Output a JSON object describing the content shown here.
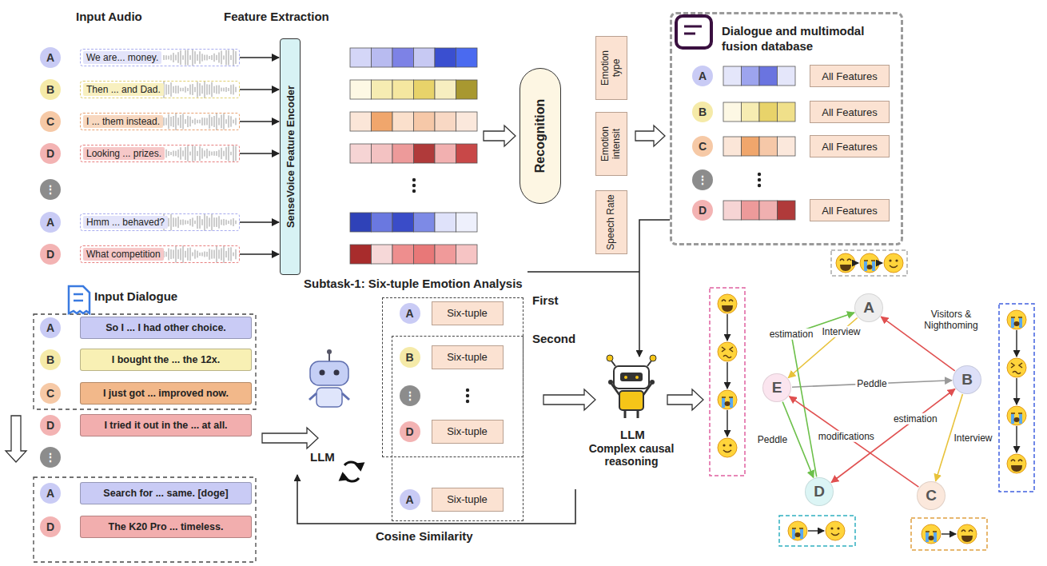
{
  "diagram": {
    "nodes": [
      {
        "text": [
          "A"
        ]
      },
      {
        "text": [
          "B"
        ]
      },
      {
        "text": [
          "C"
        ]
      },
      {
        "text": [
          "D"
        ]
      },
      {
        "text": [
          "⋮"
        ]
      },
      {
        "text": [
          "A"
        ]
      },
      {
        "text": [
          "D"
        ]
      },
      {
        "text": [
          "We are... money."
        ]
      },
      {
        "text": [
          "Then ... and Dad."
        ]
      },
      {
        "text": [
          "I ... them instead."
        ]
      },
      {
        "text": [
          "Looking ... prizes."
        ]
      },
      {
        "text": [
          "Hmm ... behaved?"
        ]
      },
      {
        "text": [
          "What competition"
        ]
      },
      {
        "text": [
          "SenseVoice Feature Encoder"
        ]
      },
      {
        "text": [
          "Recognition"
        ]
      },
      {
        "text": [
          "Emotion type"
        ]
      },
      {
        "text": [
          "Emotion intensit"
        ]
      },
      {
        "text": [
          "Speech Rate"
        ]
      },
      {
        "text": [
          "Dialogue and multimodal fusion database"
        ]
      },
      {
        "text": [
          "A"
        ],
        "in": 18
      },
      {
        "text": [
          "B"
        ],
        "in": 18
      },
      {
        "text": [
          "C"
        ],
        "in": 18
      },
      {
        "text": [
          "⋮"
        ],
        "in": 18
      },
      {
        "text": [
          "D"
        ],
        "in": 18
      },
      {
        "text": [
          "All Features"
        ],
        "in": 18
      },
      {
        "text": [
          "All Features"
        ],
        "in": 18
      },
      {
        "text": [
          "All Features"
        ],
        "in": 18
      },
      {
        "text": [
          "All Features"
        ],
        "in": 18
      },
      {
        "text": [
          "A"
        ]
      },
      {
        "text": [
          "So I ... I had other choice."
        ]
      },
      {
        "text": [
          "B"
        ]
      },
      {
        "text": [
          "I bought the ... the 12x."
        ]
      },
      {
        "text": [
          "C"
        ]
      },
      {
        "text": [
          "I just got ... improved now."
        ]
      },
      {
        "text": [
          "D"
        ]
      },
      {
        "text": [
          "I tried it out in the ... at all."
        ]
      },
      {
        "text": [
          "⋮"
        ]
      },
      {
        "text": [
          "A"
        ]
      },
      {
        "text": [
          "Search for ... same. [doge]"
        ]
      },
      {
        "text": [
          "D"
        ]
      },
      {
        "text": [
          "The K20 Pro ... timeless."
        ]
      },
      {
        "text": [
          "First"
        ]
      },
      {
        "text": [
          "Second"
        ]
      },
      {
        "text": [
          "A"
        ],
        "in": 41
      },
      {
        "text": [
          "Six-tuple"
        ],
        "in": 41
      },
      {
        "text": [
          "B"
        ],
        "in": 42
      },
      {
        "text": [
          "Six-tuple"
        ],
        "in": 42
      },
      {
        "text": [
          "⋮"
        ],
        "in": 42
      },
      {
        "text": [
          "D"
        ],
        "in": 42
      },
      {
        "text": [
          "Six-tuple"
        ],
        "in": 42
      },
      {
        "text": [
          "A"
        ],
        "in": 42
      },
      {
        "text": [
          "Six-tuple"
        ],
        "in": 42
      },
      {
        "text": [
          "A"
        ]
      },
      {
        "text": [
          "B"
        ]
      },
      {
        "text": [
          "C"
        ]
      },
      {
        "text": [
          "D"
        ]
      },
      {
        "text": [
          "E"
        ]
      }
    ],
    "edges": [
      {
        "from": 7,
        "to": 13,
        "arrow": "to"
      },
      {
        "from": 8,
        "to": 13,
        "arrow": "to"
      },
      {
        "from": 9,
        "to": 13,
        "arrow": "to"
      },
      {
        "from": 10,
        "to": 13,
        "arrow": "to"
      },
      {
        "from": 11,
        "to": 13,
        "arrow": "to"
      },
      {
        "from": 12,
        "to": 13,
        "arrow": "to"
      },
      {
        "from": 52,
        "to": 56,
        "label": "Interview",
        "arrow": "to"
      },
      {
        "from": 56,
        "to": 53,
        "label": "Peddle",
        "arrow": "to"
      },
      {
        "from": 53,
        "to": 52,
        "label": "Visitors & Nighthoming",
        "arrow": "to"
      },
      {
        "from": 55,
        "to": 52,
        "label": "estimation",
        "arrow": "to"
      },
      {
        "from": 56,
        "to": 55,
        "label": "Peddle",
        "arrow": "to"
      },
      {
        "from": 54,
        "to": 56,
        "label": "modifications",
        "arrow": "to"
      },
      {
        "from": 53,
        "to": 55,
        "label": "estimation",
        "arrow": "both"
      },
      {
        "from": 53,
        "to": 54,
        "label": "Interview",
        "arrow": "to"
      }
    ],
    "labels": [
      "Input Audio",
      "Feature Extraction",
      "Subtask-1: Six-tuple Emotion Analysis",
      "Input Dialogue",
      "LLM",
      "LLM",
      "Complex causal reasoning",
      "Cosine Similarity"
    ]
  }
}
